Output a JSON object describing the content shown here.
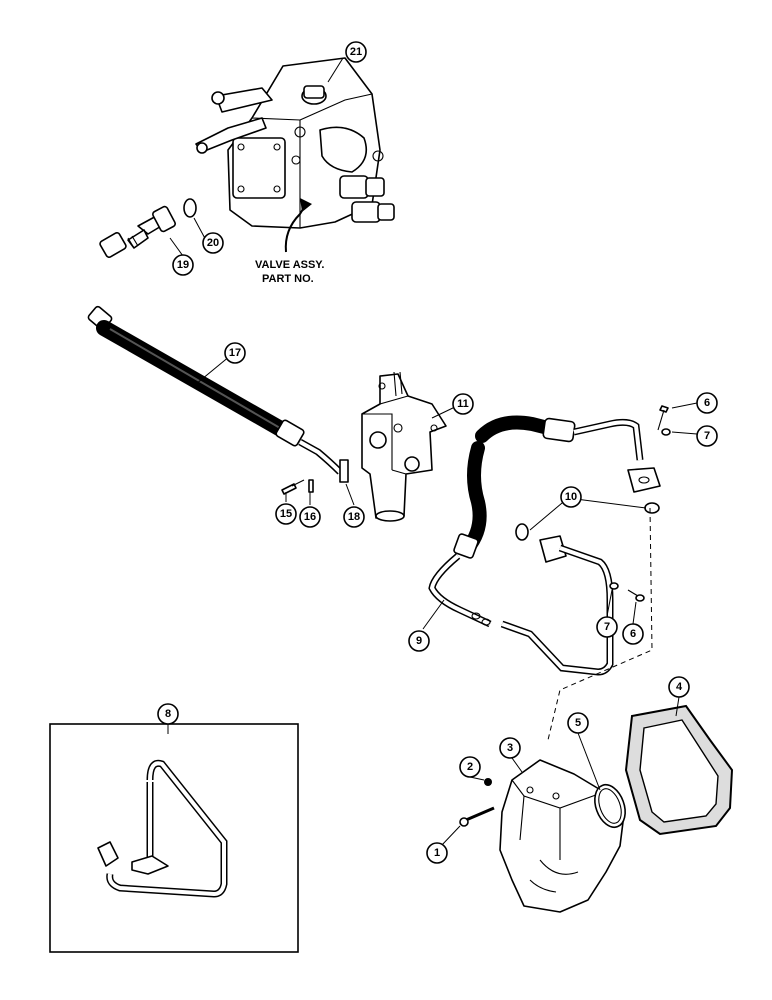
{
  "diagram": {
    "valve_label_line1": "VALVE ASSY.",
    "valve_label_line2": "PART NO.",
    "callouts": {
      "c21": "21",
      "c20": "20",
      "c19": "19",
      "c17": "17",
      "c11": "11",
      "c6a": "6",
      "c7a": "7",
      "c10": "10",
      "c15": "15",
      "c16": "16",
      "c18": "18",
      "c9": "9",
      "c7b": "7",
      "c6b": "6",
      "c8": "8",
      "c4": "4",
      "c5": "5",
      "c3": "3",
      "c2": "2",
      "c1": "1"
    }
  }
}
